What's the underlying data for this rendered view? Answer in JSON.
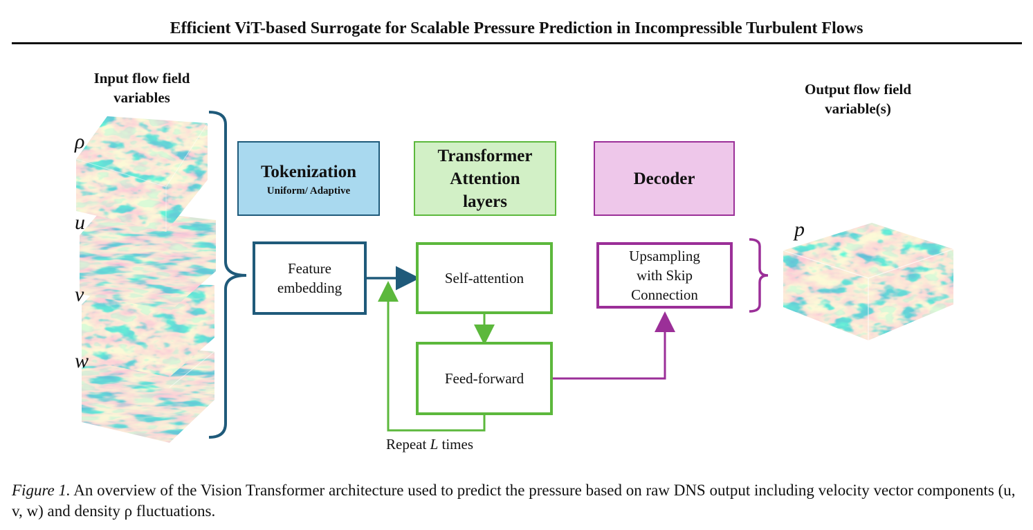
{
  "header": {
    "title": "Efficient ViT-based Surrogate for Scalable Pressure Prediction in Incompressible Turbulent Flows"
  },
  "input": {
    "heading_line1": "Input flow field",
    "heading_line2": "variables",
    "variables": [
      "ρ",
      "u",
      "v",
      "w"
    ]
  },
  "output": {
    "heading_line1": "Output flow field",
    "heading_line2": "variable(s)",
    "variable": "p"
  },
  "stages": {
    "tokenization": {
      "title": "Tokenization",
      "subtitle": "Uniform/ Adaptive",
      "color": "#a9d9ef",
      "border": "#1f5a7a"
    },
    "transformer": {
      "title_line1": "Transformer",
      "title_line2": "Attention",
      "title_line3": "layers",
      "color": "#d2f0c6",
      "border": "#5cb83c"
    },
    "decoder": {
      "title": "Decoder",
      "color": "#eec7ea",
      "border": "#9b2f98"
    }
  },
  "blocks": {
    "feature_embedding": {
      "line1": "Feature",
      "line2": "embedding",
      "border": "#1f5a7a"
    },
    "self_attention": {
      "label": "Self-attention",
      "border": "#5cb83c"
    },
    "feed_forward": {
      "label": "Feed-forward",
      "border": "#5cb83c"
    },
    "upsampling": {
      "line1": "Upsampling",
      "line2": "with Skip",
      "line3": "Connection",
      "border": "#9b2f98"
    }
  },
  "repeat": {
    "prefix": "Repeat ",
    "var": "L",
    "suffix": " times"
  },
  "caption": {
    "label": "Figure 1.",
    "text": " An overview of the Vision Transformer architecture used to predict the pressure based on raw DNS output including velocity vector components (u, v, w) and density ρ fluctuations."
  },
  "colors": {
    "red": "#b2182b",
    "blue": "#2166ac",
    "pale": "#f7f7f7"
  }
}
